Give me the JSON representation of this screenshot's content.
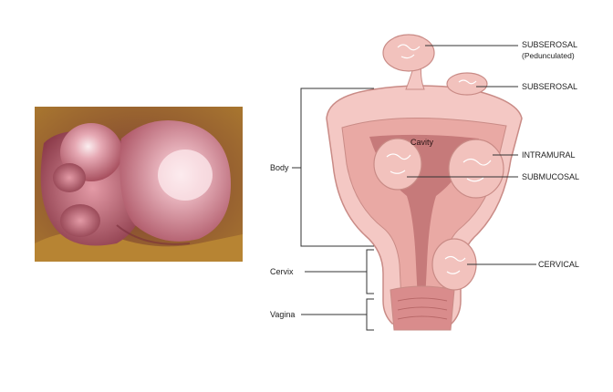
{
  "photo": {
    "description_icon": "surgical-photo-fibroid-uterus",
    "colors": {
      "tissue": "#c86f7e",
      "highlight": "#f3dde2",
      "background": "#a8762f",
      "dark": "#5a2e28"
    }
  },
  "diagram": {
    "labels": {
      "subserosal_pedunculated": "SUBSEROSAL",
      "pedunculated_note": "(Pedunculated)",
      "subserosal": "SUBSEROSAL",
      "intramural": "INTRAMURAL",
      "submucosal": "SUBMUCOSAL",
      "cervical": "CERVICAL",
      "cavity": "Cavity",
      "body": "Body",
      "cervix": "Cervix",
      "vagina": "Vagina"
    },
    "colors": {
      "uterus": "#f4c8c4",
      "uterus_outline": "#c98b86",
      "wall": "#e9a9a4",
      "cavity": "#c67a7a",
      "fibroid": "#f2c2bd",
      "fibroid_highlight": "#ffffff",
      "line": "#333333"
    }
  }
}
